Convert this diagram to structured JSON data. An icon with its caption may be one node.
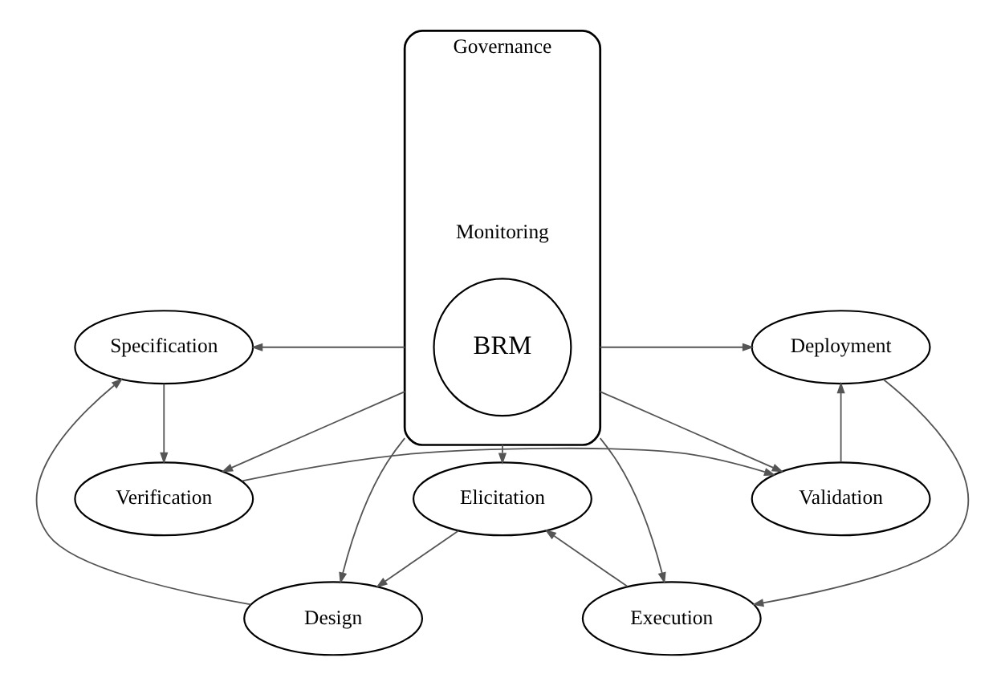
{
  "diagram": {
    "nodes": [
      {
        "text": [
          "Governance",
          "Monitoring"
        ]
      },
      {
        "text": [
          "BRM"
        ],
        "in": 0
      },
      {
        "text": [
          "Elicitation"
        ]
      },
      {
        "text": [
          "Execution"
        ]
      },
      {
        "text": [
          "Design"
        ]
      },
      {
        "text": [
          "Deployment"
        ]
      },
      {
        "text": [
          "Specification"
        ]
      },
      {
        "text": [
          "Validation"
        ]
      },
      {
        "text": [
          "Verification"
        ]
      }
    ],
    "edges": [
      {
        "from": 0,
        "to": 2,
        "arrow": "to"
      },
      {
        "from": 0,
        "to": 4,
        "arrow": "to"
      },
      {
        "from": 0,
        "to": 6,
        "arrow": "to"
      },
      {
        "from": 0,
        "to": 8,
        "arrow": "to"
      },
      {
        "from": 0,
        "to": 7,
        "arrow": "to"
      },
      {
        "from": 0,
        "to": 5,
        "arrow": "to"
      },
      {
        "from": 0,
        "to": 3,
        "arrow": "to"
      },
      {
        "from": 2,
        "to": 4,
        "arrow": "to"
      },
      {
        "from": 4,
        "to": 6,
        "arrow": "to"
      },
      {
        "from": 6,
        "to": 8,
        "arrow": "to"
      },
      {
        "from": 8,
        "to": 7,
        "arrow": "to"
      },
      {
        "from": 7,
        "to": 5,
        "arrow": "to"
      },
      {
        "from": 5,
        "to": 3,
        "arrow": "to"
      },
      {
        "from": 3,
        "to": 2,
        "arrow": "to"
      }
    ]
  }
}
